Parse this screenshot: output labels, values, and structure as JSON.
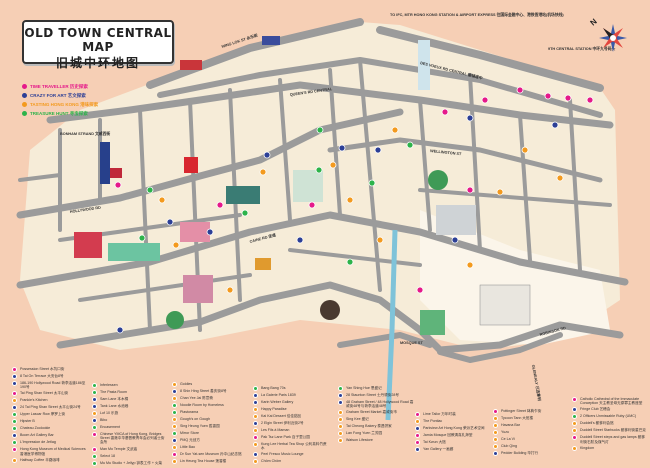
{
  "title": {
    "en": "OLD TOWN CENTRAL MAP",
    "zh": "旧城中环地图"
  },
  "colors": {
    "time_traveller": "#e5198a",
    "crazy_for_art": "#2c3f96",
    "tasting_hong_kong": "#f39a1e",
    "treasure_hunt": "#2db34a",
    "background": "#f6cfb5",
    "land": "#f6ecd8",
    "road": "#9b9b9b",
    "escalator": "#7fc3d9"
  },
  "legend": [
    {
      "label": "TIME TRAVELLER 历史探索",
      "category": "time_traveller"
    },
    {
      "label": "CRAZY FOR ART 艺文探索",
      "category": "crazy_for_art"
    },
    {
      "label": "TASTING HONG KONG 港味探索",
      "category": "tasting_hong_kong"
    },
    {
      "label": "TREASURE HUNT 寻宝探索",
      "category": "treasure_hunt"
    }
  ],
  "compass": {
    "label": "N",
    "icon": "compass-rose-icon"
  },
  "streets": {
    "wing_lok": "WING LOK ST 永乐街",
    "bonham": "BONHAM STRAND 文咸西街",
    "queens": "QUEEN'S RD CENTRAL",
    "hollywood": "HOLLYWOOD RD",
    "wellington": "WELLINGTON ST",
    "des_voeux": "DES VOEUX RD CENTRAL 德辅道中",
    "caine": "CAINE RD 坚道",
    "mosque": "MOSQUE ST",
    "robinson": "ROBINSON RD",
    "glenealy": "GLENEALY 己连拿利",
    "pier": "9TH CENTRAL STATION 中环九号码头",
    "ifc": "TO IFC, MTR HONG KONG STATION & AIRPORT EXPRESS 往国际金融中心、港铁香港站(机场快线)"
  },
  "index": [
    [
      {
        "name": "Possession Street 水坑口街",
        "category": "time_traveller"
      },
      {
        "name": "8 Tai On Terrace 大安台8号",
        "category": "crazy_for_art"
      },
      {
        "name": "186-190 Hollywood Road 荷李活道186至190号",
        "category": "crazy_for_art"
      },
      {
        "name": "Tai Ping Shan Street 太平山街",
        "category": "time_traveller"
      },
      {
        "name": "Frankie's Kitchen",
        "category": "tasting_hong_kong"
      },
      {
        "name": "24 Tai Ping Shan Street 太平山街24号",
        "category": "crazy_for_art"
      },
      {
        "name": "Upper Lascar Row 摩罗上街",
        "category": "treasure_hunt"
      },
      {
        "name": "Hipster B",
        "category": "treasure_hunt"
      },
      {
        "name": "Chateau Zoolookie",
        "category": "treasure_hunt"
      },
      {
        "name": "Boom Art Gallery Bar",
        "category": "crazy_for_art"
      },
      {
        "name": "L'Impression de Jetlag",
        "category": "treasure_hunt"
      },
      {
        "name": "Hong Kong Museum of Medical Sciences 香港医学博物馆",
        "category": "time_traveller"
      },
      {
        "name": "Halfway Coffee 半路咖啡",
        "category": "tasting_hong_kong"
      }
    ],
    [
      {
        "name": "Inferlessen",
        "category": "treasure_hunt"
      },
      {
        "name": "The Pasta Room",
        "category": "treasure_hunt"
      },
      {
        "name": "Sam Lane 本木棉",
        "category": "crazy_for_art"
      },
      {
        "name": "Tank Lane 水池巷",
        "category": "crazy_for_art"
      },
      {
        "name": "Lof 10 乐旅",
        "category": "tasting_hong_kong"
      },
      {
        "name": "Bibo",
        "category": "crazy_for_art"
      },
      {
        "name": "Encasement",
        "category": "treasure_hunt"
      },
      {
        "name": "Chinese YMCA of Hong Kong, Bridges Street 香港中华基督教青年会必列者士街会所",
        "category": "time_traveller"
      },
      {
        "name": "Man Mo Temple 文武庙",
        "category": "time_traveller"
      },
      {
        "name": "Select 18",
        "category": "treasure_hunt"
      },
      {
        "name": "Mu Mu Studio + Jellyp 钟表工作 + 火柴",
        "category": "treasure_hunt"
      }
    ],
    [
      {
        "name": "Goldies",
        "category": "tasting_hong_kong"
      },
      {
        "name": "8 Shin Hing Street 善庆街8号",
        "category": "crazy_for_art"
      },
      {
        "name": "Chan Yee Jai 陈意斋",
        "category": "tasting_hong_kong"
      },
      {
        "name": "Noodle Room by Homeless",
        "category": "treasure_hunt"
      },
      {
        "name": "Plastorama",
        "category": "treasure_hunt"
      },
      {
        "name": "Gough's on Gough",
        "category": "tasting_hong_kong"
      },
      {
        "name": "Sing Heung Yuen 胜香园",
        "category": "tasting_hong_kong"
      },
      {
        "name": "Mirror Store",
        "category": "treasure_hunt"
      },
      {
        "name": "PMQ 元创方",
        "category": "crazy_for_art"
      },
      {
        "name": "Little Bao",
        "category": "tasting_hong_kong"
      },
      {
        "name": "Dr Sun Yat-sen Museum 孙中山纪念馆",
        "category": "time_traveller"
      },
      {
        "name": "Lin Heung Tea House 莲香楼",
        "category": "tasting_hong_kong"
      }
    ],
    [
      {
        "name": "Bang Bang 70s",
        "category": "treasure_hunt"
      },
      {
        "name": "La Galerie Paris 1839",
        "category": "crazy_for_art"
      },
      {
        "name": "Karin Weber Gallery",
        "category": "crazy_for_art"
      },
      {
        "name": "Happy Paradise",
        "category": "tasting_hong_kong"
      },
      {
        "name": "Kai Kai Dessert 佳佳甜品",
        "category": "tasting_hong_kong"
      },
      {
        "name": "2 Elgin Street 伊利近街2号",
        "category": "crazy_for_art"
      },
      {
        "name": "Les Fils à Maman",
        "category": "tasting_hong_kong"
      },
      {
        "name": "Pak Tsz Lane Park 百子里公园",
        "category": "time_traveller"
      },
      {
        "name": "Kung Lee Herbal Tea Shop 公利真料竹蔗水",
        "category": "tasting_hong_kong"
      },
      {
        "name": "Peel Fresco Music Lounge",
        "category": "crazy_for_art"
      },
      {
        "name": "Chôm Chôm",
        "category": "tasting_hong_kong"
      }
    ],
    [
      {
        "name": "Yan Shing Hue 恩盛记",
        "category": "treasure_hunt"
      },
      {
        "name": "28 Staunton Street 士丹顿街28号",
        "category": "crazy_for_art"
      },
      {
        "name": "48 Graham Street / 48 Hollywood Road 嘉咸街48号与荷李活道48号",
        "category": "crazy_for_art"
      },
      {
        "name": "Graham Street Market 嘉咸街市",
        "category": "tasting_hong_kong"
      },
      {
        "name": "Sing Kee 盛记",
        "category": "tasting_hong_kong"
      },
      {
        "name": "Tai Cheong Bakery 泰昌饼家",
        "category": "tasting_hong_kong"
      },
      {
        "name": "Lan Fong Yuen 兰芳园",
        "category": "tasting_hong_kong"
      },
      {
        "name": "Watson Lifestore",
        "category": "tasting_hong_kong"
      }
    ],
    [
      {
        "name": "Lime Tailor 万年时装",
        "category": "time_traveller"
      },
      {
        "name": "The Pontiac",
        "category": "tasting_hong_kong"
      },
      {
        "name": "Parkview Art Hong Kong 荣派艺术空间",
        "category": "crazy_for_art"
      },
      {
        "name": "Jamia Mosque 回教清真礼拜堂",
        "category": "time_traveller"
      },
      {
        "name": "Tai Kwun 大馆",
        "category": "time_traveller"
      },
      {
        "name": "Yan Gallery 一画廊",
        "category": "crazy_for_art"
      }
    ],
    [
      {
        "name": "Pottinger Street 砵典乍街",
        "category": "time_traveller"
      },
      {
        "name": "Tycoon Tann 大班楼",
        "category": "tasting_hong_kong"
      },
      {
        "name": "Havana Bar",
        "category": "tasting_hong_kong"
      },
      {
        "name": "Yuzu",
        "category": "tasting_hong_kong"
      },
      {
        "name": "Ce La Vi",
        "category": "tasting_hong_kong"
      },
      {
        "name": "Club Qing",
        "category": "tasting_hong_kong"
      },
      {
        "name": "Pedder Building 毕打行",
        "category": "crazy_for_art"
      }
    ],
    [
      {
        "name": "Catholic Cathedral of the Immaculate Conception 天主教圣母无原罪主教座堂",
        "category": "time_traveller"
      },
      {
        "name": "Fringe Club 艺穗会",
        "category": "crazy_for_art"
      },
      {
        "name": "2 Officers Unmissable Ruby (UMC)",
        "category": "treasure_hunt"
      },
      {
        "name": "Duddell's 都爹利会馆",
        "category": "tasting_hong_kong"
      },
      {
        "name": "Duddell Street Starbucks 都爹利街星巴克",
        "category": "tasting_hong_kong"
      },
      {
        "name": "Duddell Street steps and gas lamps 都爹利街石阶及煤气灯",
        "category": "time_traveller"
      },
      {
        "name": "Kingdom",
        "category": "tasting_hong_kong"
      }
    ]
  ]
}
